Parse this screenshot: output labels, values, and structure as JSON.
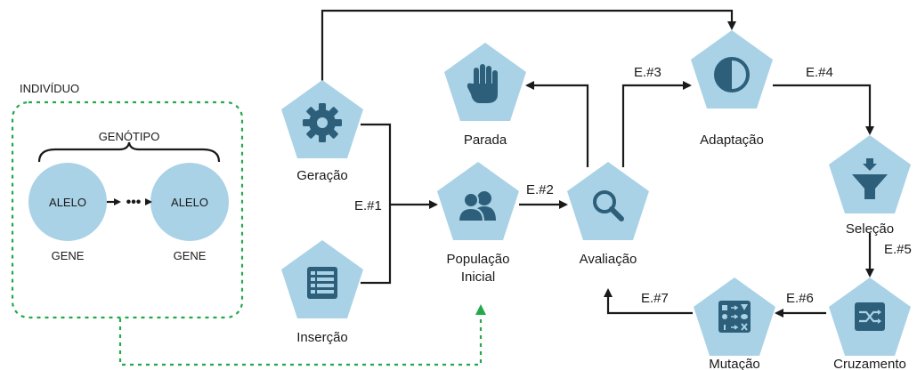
{
  "individual": {
    "title": "INDIVÍDUO",
    "genotype_label": "GENÓTIPO",
    "allele_left": "ALELO",
    "allele_right": "ALELO",
    "gene_left": "GENE",
    "gene_right": "GENE"
  },
  "nodes": {
    "geracao": "Geração",
    "insercao": "Inserção",
    "populacao_line1": "População",
    "populacao_line2": "Inicial",
    "avaliacao": "Avaliação",
    "parada": "Parada",
    "adaptacao": "Adaptação",
    "selecao": "Seleção",
    "cruzamento": "Cruzamento",
    "mutacao": "Mutação"
  },
  "edges": {
    "e1": "E.#1",
    "e2": "E.#2",
    "e3": "E.#3",
    "e4": "E.#4",
    "e5": "E.#5",
    "e6": "E.#6",
    "e7": "E.#7"
  },
  "icons": {
    "geracao": "gear-icon",
    "insercao": "list-icon",
    "populacao": "users-icon",
    "avaliacao": "magnifier-icon",
    "parada": "stop-hand-icon",
    "adaptacao": "contrast-icon",
    "selecao": "funnel-icon",
    "cruzamento": "shuffle-icon",
    "mutacao": "symbols-icon"
  },
  "colors": {
    "node_fill": "#a9d2e6",
    "icon_fill": "#2d5f7a",
    "dashed_border": "#23a84a"
  }
}
